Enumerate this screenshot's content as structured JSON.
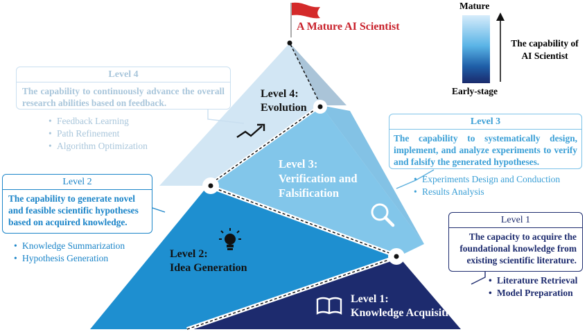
{
  "summit": {
    "label": "A Mature AI Scientist",
    "color": "#c8202a"
  },
  "legend": {
    "top": "Mature",
    "bottom": "Early-stage",
    "axis_label": [
      "The capability of",
      "AI Scientist"
    ],
    "gradient_top": "#d6ecfb",
    "gradient_bottom": "#1a2a6c"
  },
  "levels": {
    "level4": {
      "title": "Level 4",
      "description": "The capability to continuously advance the overall research abilities based on feedback.",
      "bullets": [
        "Feedback Learning",
        "Path Refinement",
        "Algorithm Optimization"
      ],
      "pyramid_label": [
        "Level 4:",
        "Evolution"
      ],
      "color": "#c9dff0",
      "text_color": "#a9c6db"
    },
    "level3": {
      "title": "Level 3",
      "description": "The capability to systematically design, implement, and analyze experiments to verify and falsify the generated  hypotheses.",
      "bullets": [
        "Experiments Design and Conduction",
        "Results Analysis"
      ],
      "pyramid_label": [
        "Level 3:",
        "Verification and",
        "Falsification"
      ],
      "color": "#7cc2e8",
      "text_color": "#3a9fd6"
    },
    "level2": {
      "title": "Level 2",
      "description": "The capability to generate novel and feasible scientific hypotheses based on acquired knowledge.",
      "bullets": [
        "Knowledge Summarization",
        "Hypothesis Generation"
      ],
      "pyramid_label": [
        "Level 2:",
        "Idea Generation"
      ],
      "color": "#1e8fd0",
      "text_color": "#1a84c8"
    },
    "level1": {
      "title": "Level 1",
      "description": "The capacity to acquire the foundational knowledge from existing scientific literature.",
      "bullets": [
        "Literature Retrieval",
        "Model Preparation"
      ],
      "pyramid_label": [
        "Level 1:",
        "Knowledge Acquisition"
      ],
      "color": "#1d2b6e",
      "text_color": "#1d2b6e"
    }
  },
  "icons": {
    "summit": "flag-icon",
    "level4": "trend-arrow-icon",
    "level3": "magnifier-icon",
    "level2": "lightbulb-icon",
    "level1": "book-icon"
  }
}
